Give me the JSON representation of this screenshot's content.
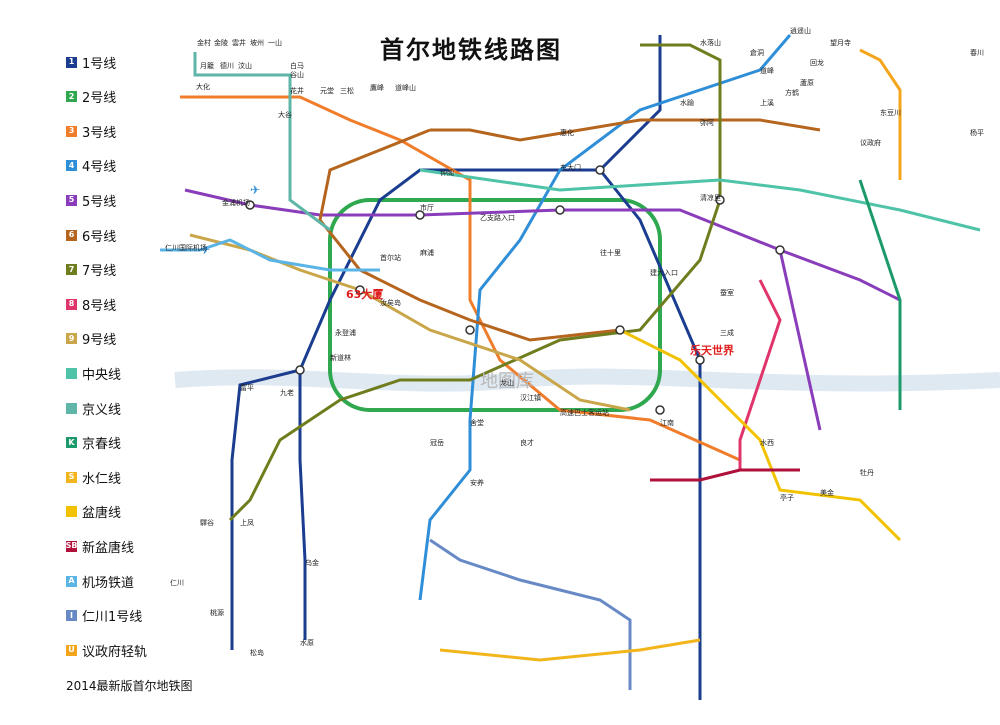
{
  "title": "首尔地铁线路图",
  "footer": "2014最新版首尔地铁图",
  "watermark": "地图库",
  "legend": [
    {
      "badge": "1",
      "label": "1号线",
      "color": "#1a3d8f"
    },
    {
      "badge": "2",
      "label": "2号线",
      "color": "#2fa84f"
    },
    {
      "badge": "3",
      "label": "3号线",
      "color": "#f07d2b"
    },
    {
      "badge": "4",
      "label": "4号线",
      "color": "#2f8ed8"
    },
    {
      "badge": "5",
      "label": "5号线",
      "color": "#8a3dba"
    },
    {
      "badge": "6",
      "label": "6号线",
      "color": "#b5651d"
    },
    {
      "badge": "7",
      "label": "7号线",
      "color": "#6f7d1e"
    },
    {
      "badge": "8",
      "label": "8号线",
      "color": "#e0356b"
    },
    {
      "badge": "9",
      "label": "9号线",
      "color": "#c9a64a"
    },
    {
      "badge": "",
      "label": "中央线",
      "color": "#4fc3a7"
    },
    {
      "badge": "",
      "label": "京义线",
      "color": "#5fb6a8"
    },
    {
      "badge": "K",
      "label": "京春线",
      "color": "#1d9a6c"
    },
    {
      "badge": "S",
      "label": "水仁线",
      "color": "#f2b51b"
    },
    {
      "badge": "",
      "label": "盆唐线",
      "color": "#f2c200"
    },
    {
      "badge": "SB",
      "label": "新盆唐线",
      "color": "#b0113a"
    },
    {
      "badge": "A",
      "label": "机场铁道",
      "color": "#5ab4e5"
    },
    {
      "badge": "I",
      "label": "仁川1号线",
      "color": "#6789c6"
    },
    {
      "badge": "U",
      "label": "议政府轻轨",
      "color": "#f3a51c"
    }
  ],
  "callouts": {
    "bldg63": "63大厦",
    "lotte": "乐天世界"
  },
  "stations": [
    {
      "name": "金村"
    },
    {
      "name": "金陵"
    },
    {
      "name": "雲井"
    },
    {
      "name": "坡州"
    },
    {
      "name": "一山"
    },
    {
      "name": "月籠"
    },
    {
      "name": "德川"
    },
    {
      "name": "汶山"
    },
    {
      "name": "大化"
    },
    {
      "name": "白马"
    },
    {
      "name": "谷山"
    },
    {
      "name": "大谷"
    },
    {
      "name": "花井"
    },
    {
      "name": "元堂"
    },
    {
      "name": "三松"
    },
    {
      "name": "鷹峰"
    },
    {
      "name": "道峰山"
    },
    {
      "name": "水落山"
    },
    {
      "name": "逍遥山"
    },
    {
      "name": "东豆川"
    },
    {
      "name": "议政府"
    },
    {
      "name": "望月寺"
    },
    {
      "name": "回龙"
    },
    {
      "name": "道峰"
    },
    {
      "name": "方鹤"
    },
    {
      "name": "倉洞"
    },
    {
      "name": "蘆原"
    },
    {
      "name": "上溪"
    },
    {
      "name": "弥阿"
    },
    {
      "name": "水踰"
    },
    {
      "name": "首尔站"
    },
    {
      "name": "市厅"
    },
    {
      "name": "钟阁"
    },
    {
      "name": "东大门"
    },
    {
      "name": "清凉里"
    },
    {
      "name": "往十里"
    },
    {
      "name": "建大入口"
    },
    {
      "name": "江南"
    },
    {
      "name": "三成"
    },
    {
      "name": "蚕室"
    },
    {
      "name": "汝矣岛"
    },
    {
      "name": "永登浦"
    },
    {
      "name": "九老"
    },
    {
      "name": "新道林"
    },
    {
      "name": "金浦机场"
    },
    {
      "name": "仁川国际机场"
    },
    {
      "name": "高速巴士客运站"
    },
    {
      "name": "舍堂"
    },
    {
      "name": "良才"
    },
    {
      "name": "水西"
    },
    {
      "name": "亭子"
    },
    {
      "name": "美金"
    },
    {
      "name": "乌金"
    },
    {
      "name": "冠岳"
    },
    {
      "name": "安养"
    },
    {
      "name": "水原"
    },
    {
      "name": "富平"
    },
    {
      "name": "仁川"
    },
    {
      "name": "桃源"
    },
    {
      "name": "松岛"
    },
    {
      "name": "牡丹"
    },
    {
      "name": "驛谷"
    },
    {
      "name": "上凤"
    },
    {
      "name": "春川"
    },
    {
      "name": "杨平"
    },
    {
      "name": "龙山"
    },
    {
      "name": "汉江镇"
    },
    {
      "name": "乙支路入口"
    },
    {
      "name": "惠化"
    },
    {
      "name": "麻浦"
    }
  ]
}
